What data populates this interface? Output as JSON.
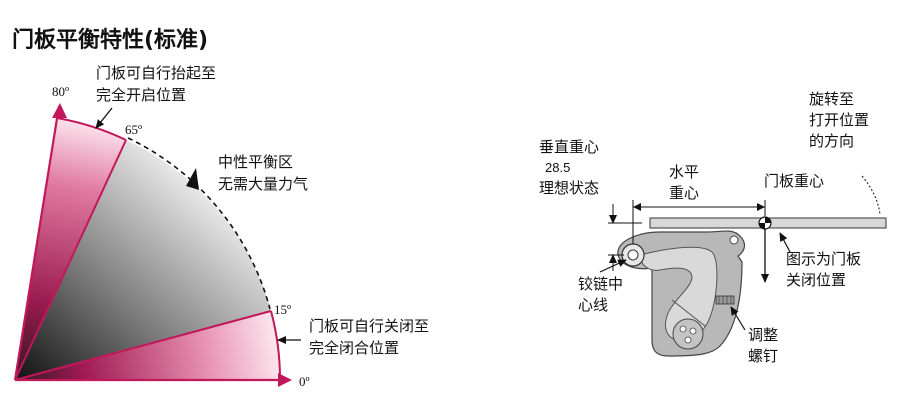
{
  "title": "门板平衡特性(标准)",
  "left_diagram": {
    "angles": {
      "a80": "80º",
      "a65": "65º",
      "a15": "15º",
      "a0": "0º"
    },
    "label_open": [
      "门板可自行抬起至",
      "完全开启位置"
    ],
    "label_neutral": [
      "中性平衡区",
      "无需大量力气"
    ],
    "label_close": [
      "门板可自行关闭至",
      "完全闭合位置"
    ]
  },
  "right_diagram": {
    "label_rotate": [
      "旋转至",
      "打开位置",
      "的方向"
    ],
    "label_vertical": [
      "垂直重心",
      "28.5",
      "理想状态"
    ],
    "label_horizontal": [
      "水平",
      "重心"
    ],
    "label_door_cg": "门板重心",
    "label_closed": [
      "图示为门板",
      "关闭位置"
    ],
    "label_hinge": [
      "铰链中",
      "心线"
    ],
    "label_screw": [
      "调整",
      "螺钉"
    ]
  },
  "colors": {
    "accent": "#c2185b",
    "arrow": "#111111",
    "hardware": "#b8b8b8"
  }
}
